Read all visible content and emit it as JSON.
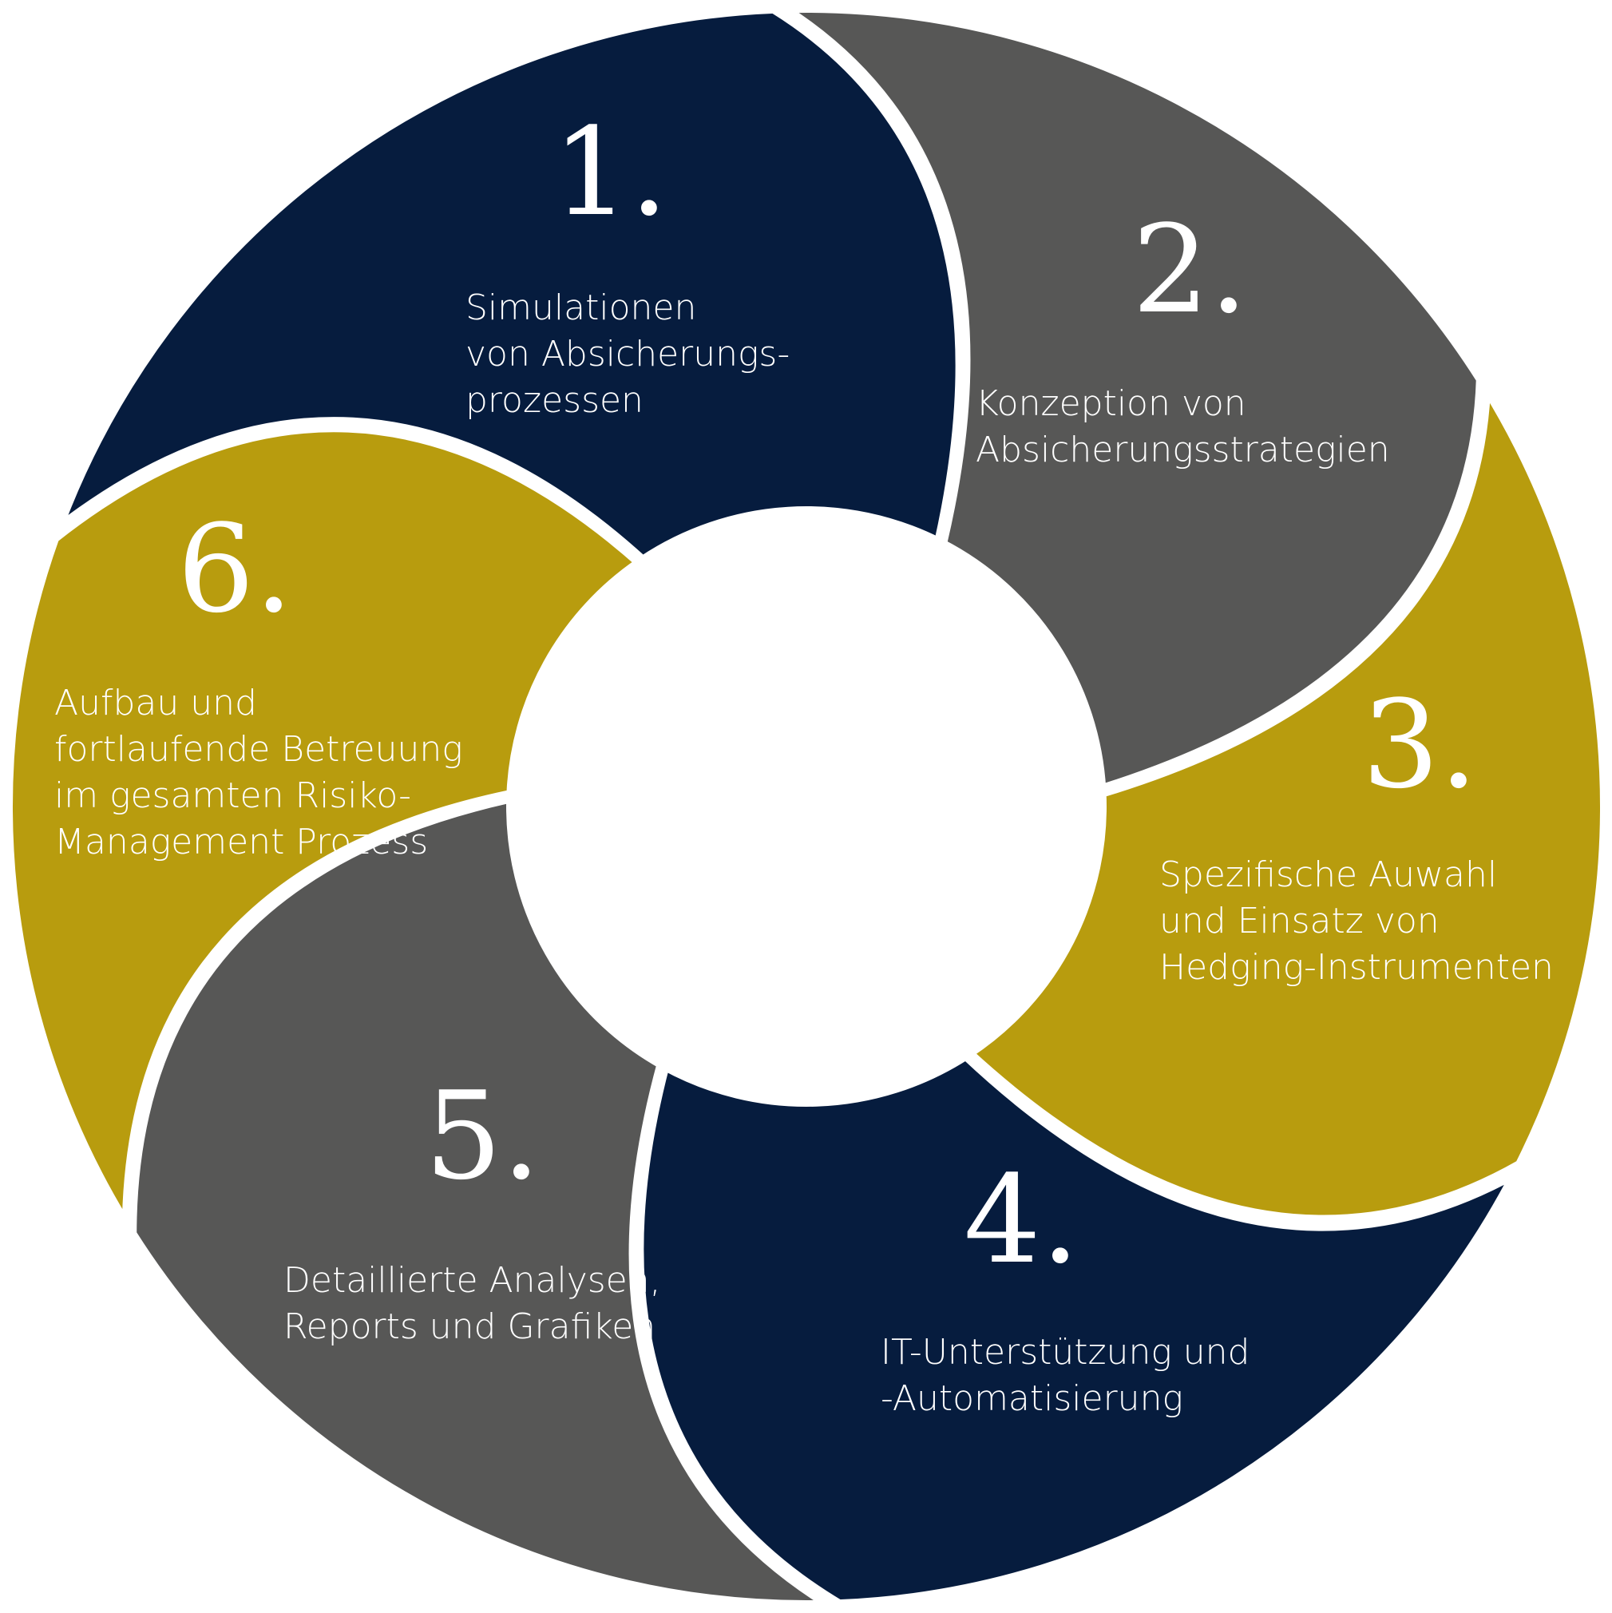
{
  "colors": {
    "navy": "#061c3e",
    "gray": "#575756",
    "gold": "#b89c0e",
    "gap": "#ffffff"
  },
  "segments": [
    {
      "number": "1.",
      "color": "#061c3e",
      "lines": [
        "Simulationen",
        "von Absicherungs-",
        "prozessen"
      ]
    },
    {
      "number": "2.",
      "color": "#575756",
      "lines": [
        "Konzeption von",
        "Absicherungsstrategien"
      ]
    },
    {
      "number": "3.",
      "color": "#b89c0e",
      "lines": [
        "Spezifische Auwahl",
        "und Einsatz von",
        "Hedging-Instrumenten"
      ]
    },
    {
      "number": "4.",
      "color": "#061c3e",
      "lines": [
        "IT-Unterstützung und",
        "-Automatisierung"
      ]
    },
    {
      "number": "5.",
      "color": "#575756",
      "lines": [
        "Detaillierte Analysen,",
        "Reports und Grafiken"
      ]
    },
    {
      "number": "6.",
      "color": "#b89c0e",
      "lines": [
        "Aufbau und",
        "fortlaufende Betreuung",
        "im gesamten Risiko-",
        "Management Prozess"
      ]
    }
  ]
}
